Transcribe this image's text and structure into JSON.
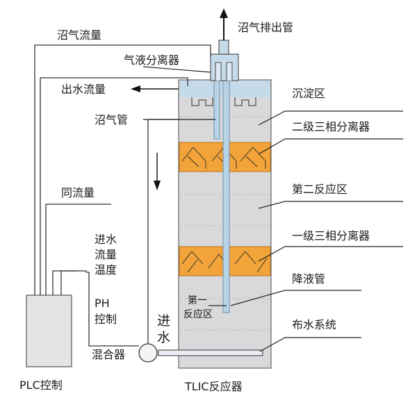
{
  "labels": {
    "biogas_flow": "沼气流量",
    "biogas_outlet": "沼气排出管",
    "gas_liquid_separator": "气液分离器",
    "effluent_flow": "出水流量",
    "biogas_pipe": "沼气管",
    "settling_zone": "沉淀区",
    "secondary_separator": "二级三相分离器",
    "second_reaction_zone": "第二反应区",
    "primary_separator": "一级三相分离器",
    "return_flow": "同流量",
    "inlet_line1": "进水",
    "inlet_line2": "流量",
    "inlet_line3": "温度",
    "ph_line1": "PH",
    "ph_line2": "控制",
    "downcomer": "降液管",
    "first_zone_line1": "第一",
    "first_zone_line2": "反应区",
    "water_in_line1": "进",
    "water_in_line2": "水",
    "distribution_system": "布水系统",
    "mixer": "混合器",
    "plc_control": "PLC控制",
    "reactor_title": "TLIC反应器"
  },
  "colors": {
    "reactor_gray": "#d9d9db",
    "separator_orange": "#f2a33a",
    "top_water": "#c6dbe9",
    "pipe_blue": "#b9d3e6",
    "plc_box": "#e4e4e4"
  }
}
